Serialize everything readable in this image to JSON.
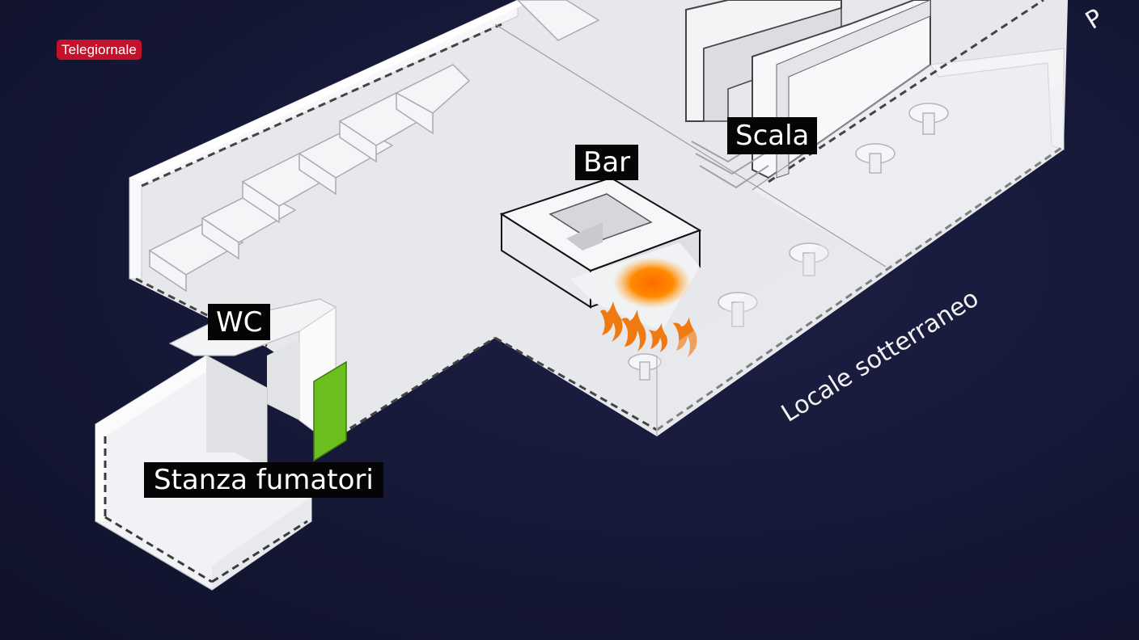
{
  "channel_badge": "Telegiornale",
  "rooms": {
    "scala": "Scala",
    "bar": "Bar",
    "wc": "WC",
    "stanza_fumatori": "Stanza fumatori"
  },
  "area_label": "Locale sotterraneo",
  "cut_label": "P",
  "colors": {
    "background": "#151836",
    "badge": "#c4122b",
    "floor": "#e9ebef",
    "wall": "#f6f6f8",
    "exit_door": "#6cbf1f",
    "fire": "#ff7a00",
    "label_background": "#050505"
  },
  "icons": {
    "fire": "fire-icon",
    "fire_origin": "fire-origin-glow",
    "exit": "exit-door"
  }
}
